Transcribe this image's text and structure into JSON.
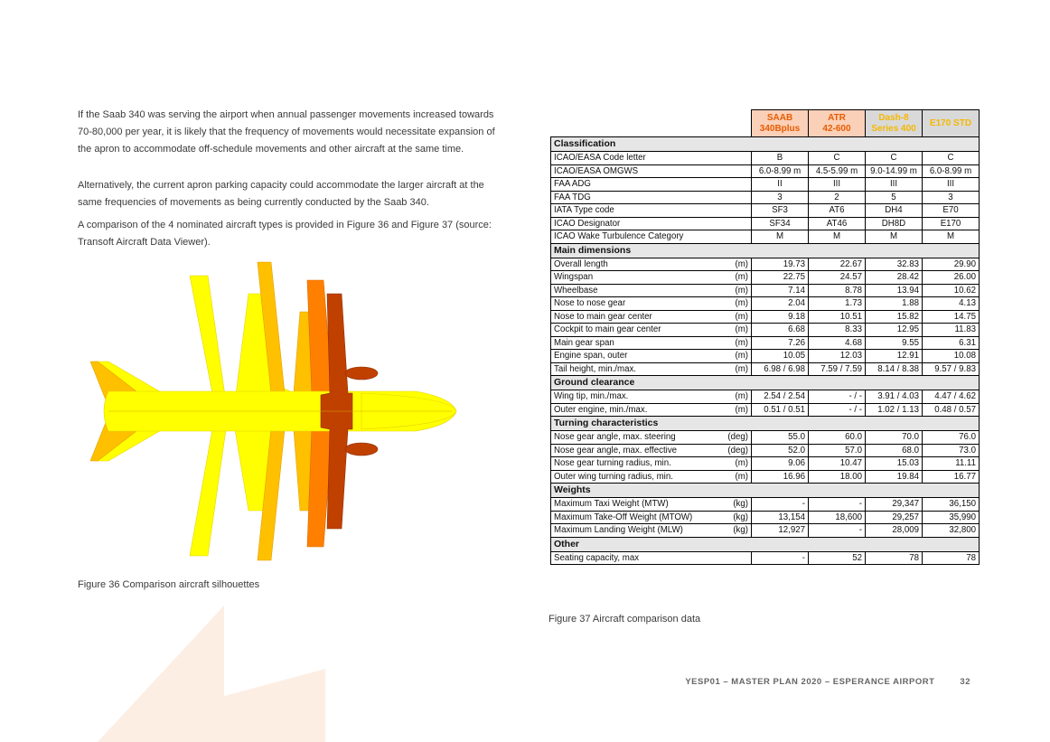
{
  "paragraphs": [
    "If the Saab 340 was serving the airport when annual passenger movements increased towards 70-80,000 per year, it is likely that the frequency of movements would necessitate expansion of the apron to accommodate off-schedule movements and other aircraft at the same time.",
    "Alternatively, the current apron parking capacity could accommodate the larger aircraft at the same frequencies of movements as being currently conducted by the Saab 340.",
    "A comparison of the 4 nominated aircraft types is provided in Figure 36 and Figure 37 (source: Transoft Aircraft Data Viewer)."
  ],
  "figure36_caption": "Figure 36 Comparison aircraft silhouettes",
  "figure37_caption": "Figure 37 Aircraft comparison data",
  "footer": {
    "text": "YESP01 – MASTER PLAN 2020 – ESPERANCE AIRPORT",
    "page": "32"
  },
  "colors": {
    "saab": "#ffff00",
    "atr": "#ffc000",
    "dash8": "#ff8000",
    "e170": "#c04000",
    "header_orange": "#e65c00",
    "header_gold": "#f5b800"
  },
  "table": {
    "headers": [
      {
        "line1": "SAAB",
        "line2": "340Bplus"
      },
      {
        "line1": "ATR",
        "line2": "42-600"
      },
      {
        "line1": "Dash-8",
        "line2": "Series 400"
      },
      {
        "line1": "E170 STD",
        "line2": ""
      }
    ],
    "classification": {
      "title": "Classification",
      "rows": [
        {
          "label": "ICAO/EASA Code letter",
          "values": [
            "B",
            "C",
            "C",
            "C"
          ]
        },
        {
          "label": "ICAO/EASA OMGWS",
          "values": [
            "6.0-8.99 m",
            "4.5-5.99 m",
            "9.0-14.99 m",
            "6.0-8.99 m"
          ]
        },
        {
          "label": "FAA ADG",
          "values": [
            "II",
            "III",
            "III",
            "III"
          ]
        },
        {
          "label": "FAA TDG",
          "values": [
            "3",
            "2",
            "5",
            "3"
          ]
        },
        {
          "label": "IATA Type code",
          "values": [
            "SF3",
            "AT6",
            "DH4",
            "E70"
          ]
        },
        {
          "label": "ICAO Designator",
          "values": [
            "SF34",
            "AT46",
            "DH8D",
            "E170"
          ]
        },
        {
          "label": "ICAO Wake Turbulence Category",
          "values": [
            "M",
            "M",
            "M",
            "M"
          ]
        }
      ]
    },
    "main_dimensions": {
      "title": "Main dimensions",
      "rows": [
        {
          "label": "Overall length",
          "unit": "(m)",
          "values": [
            "19.73",
            "22.67",
            "32.83",
            "29.90"
          ]
        },
        {
          "label": "Wingspan",
          "unit": "(m)",
          "values": [
            "22.75",
            "24.57",
            "28.42",
            "26.00"
          ]
        },
        {
          "label": "Wheelbase",
          "unit": "(m)",
          "values": [
            "7.14",
            "8.78",
            "13.94",
            "10.62"
          ]
        },
        {
          "label": "Nose to nose gear",
          "unit": "(m)",
          "values": [
            "2.04",
            "1.73",
            "1.88",
            "4.13"
          ]
        },
        {
          "label": "Nose to main gear center",
          "unit": "(m)",
          "values": [
            "9.18",
            "10.51",
            "15.82",
            "14.75"
          ]
        },
        {
          "label": "Cockpit to main gear center",
          "unit": "(m)",
          "values": [
            "6.68",
            "8.33",
            "12.95",
            "11.83"
          ]
        },
        {
          "label": "Main gear span",
          "unit": "(m)",
          "values": [
            "7.26",
            "4.68",
            "9.55",
            "6.31"
          ]
        },
        {
          "label": "Engine span, outer",
          "unit": "(m)",
          "values": [
            "10.05",
            "12.03",
            "12.91",
            "10.08"
          ]
        },
        {
          "label": "Tail height, min./max.",
          "unit": "(m)",
          "values": [
            "6.98 / 6.98",
            "7.59 / 7.59",
            "8.14 / 8.38",
            "9.57 / 9.83"
          ]
        }
      ]
    },
    "ground_clearance": {
      "title": "Ground clearance",
      "rows": [
        {
          "label": "Wing tip, min./max.",
          "unit": "(m)",
          "values": [
            "2.54 / 2.54",
            "- / -",
            "3.91 / 4.03",
            "4.47 / 4.62"
          ]
        },
        {
          "label": "Outer engine, min./max.",
          "unit": "(m)",
          "values": [
            "0.51 / 0.51",
            "- / -",
            "1.02 / 1.13",
            "0.48 / 0.57"
          ]
        }
      ]
    },
    "turning": {
      "title": "Turning characteristics",
      "rows": [
        {
          "label": "Nose gear angle, max. steering",
          "unit": "(deg)",
          "values": [
            "55.0",
            "60.0",
            "70.0",
            "76.0"
          ]
        },
        {
          "label": "Nose gear angle, max. effective",
          "unit": "(deg)",
          "values": [
            "52.0",
            "57.0",
            "68.0",
            "73.0"
          ]
        },
        {
          "label": "Nose gear turning radius, min.",
          "unit": "(m)",
          "values": [
            "9.06",
            "10.47",
            "15.03",
            "11.11"
          ]
        },
        {
          "label": "Outer wing turning radius, min.",
          "unit": "(m)",
          "values": [
            "16.96",
            "18.00",
            "19.84",
            "16.77"
          ]
        }
      ]
    },
    "weights": {
      "title": "Weights",
      "rows": [
        {
          "label": "Maximum Taxi Weight (MTW)",
          "unit": "(kg)",
          "values": [
            "-",
            "-",
            "29,347",
            "36,150"
          ]
        },
        {
          "label": "Maximum Take-Off Weight (MTOW)",
          "unit": "(kg)",
          "values": [
            "13,154",
            "18,600",
            "29,257",
            "35,990"
          ]
        },
        {
          "label": "Maximum Landing Weight (MLW)",
          "unit": "(kg)",
          "values": [
            "12,927",
            "-",
            "28,009",
            "32,800"
          ]
        }
      ]
    },
    "other": {
      "title": "Other",
      "rows": [
        {
          "label": "Seating capacity, max",
          "unit": "",
          "values": [
            "-",
            "52",
            "78",
            "78"
          ]
        }
      ]
    }
  }
}
